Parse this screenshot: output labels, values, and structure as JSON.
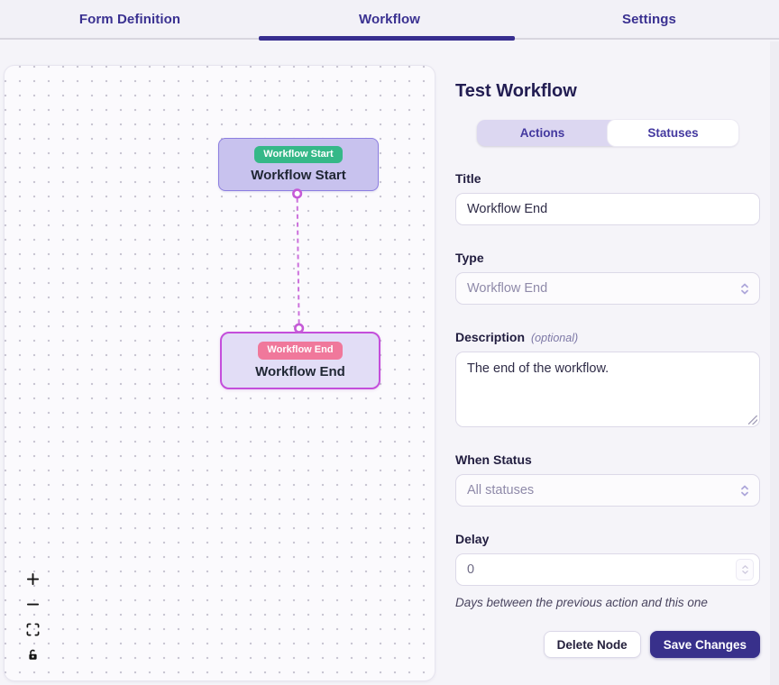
{
  "tabs": {
    "items": [
      {
        "label": "Form Definition",
        "active": false
      },
      {
        "label": "Workflow",
        "active": true
      },
      {
        "label": "Settings",
        "active": false
      }
    ]
  },
  "canvas": {
    "nodes": [
      {
        "badge": "Workflow Start",
        "title": "Workflow Start",
        "badge_color": "#35b888"
      },
      {
        "badge": "Workflow End",
        "title": "Workflow End",
        "badge_color": "#f0789b"
      }
    ],
    "edge": {
      "style": "dashed",
      "color": "#cc71dc"
    },
    "controls": [
      "zoom-in",
      "zoom-out",
      "fit-view",
      "lock"
    ]
  },
  "panel": {
    "title": "Test Workflow",
    "segments": {
      "actions": "Actions",
      "statuses": "Statuses"
    },
    "fields": {
      "title": {
        "label": "Title",
        "value": "Workflow End"
      },
      "type": {
        "label": "Type",
        "value": "Workflow End"
      },
      "description": {
        "label": "Description",
        "optional": "(optional)",
        "value": "The end of the workflow."
      },
      "when_status": {
        "label": "When Status",
        "value": "All statuses"
      },
      "delay": {
        "label": "Delay",
        "value": "0",
        "help": "Days between the previous action and this one"
      }
    },
    "buttons": {
      "delete": "Delete Node",
      "save": "Save Changes"
    }
  },
  "colors": {
    "accent": "#372e8f",
    "node_start_border": "#8c7ee0",
    "node_end_border": "#c44edb",
    "badge_green": "#35b888",
    "badge_pink": "#f0789b",
    "save_button": "#38308b"
  }
}
